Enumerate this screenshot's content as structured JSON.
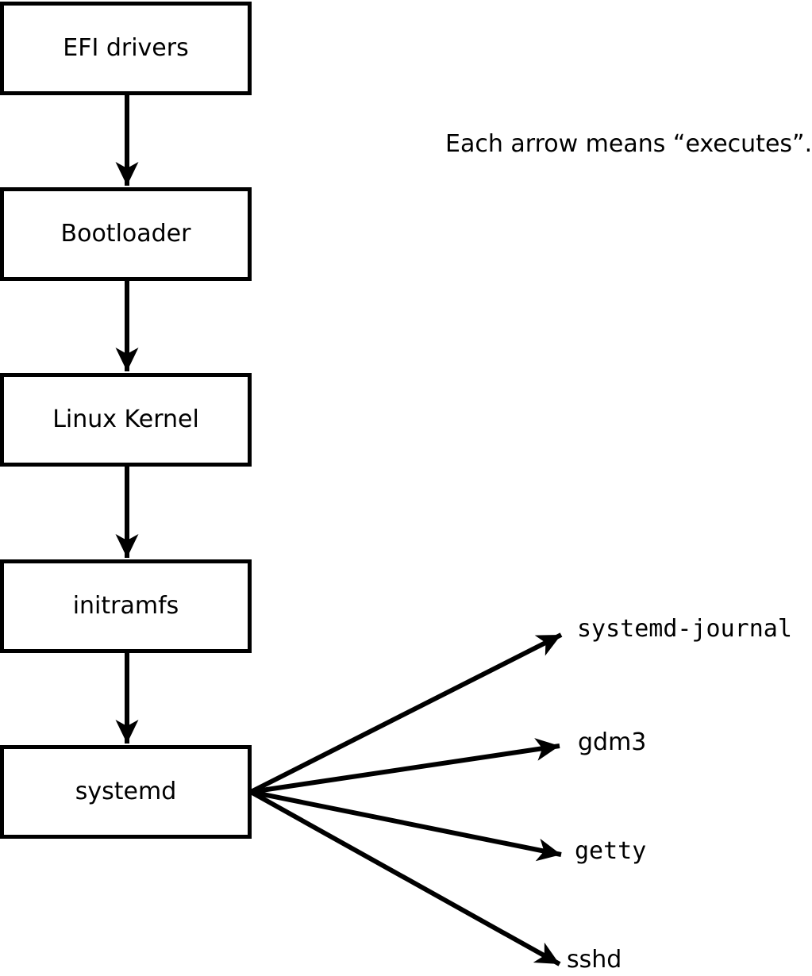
{
  "diagram": {
    "note": "Each arrow means “executes”.",
    "arrow_meaning": "executes",
    "boot_chain": [
      {
        "label": "EFI drivers"
      },
      {
        "label": "Bootloader"
      },
      {
        "label": "Linux Kernel"
      },
      {
        "label": "initramfs"
      },
      {
        "label": "systemd"
      }
    ],
    "spawned_processes": [
      {
        "label": "systemd-journal"
      },
      {
        "label": "gdm3"
      },
      {
        "label": "getty"
      },
      {
        "label": "sshd"
      }
    ],
    "colors": {
      "background": "#ffffff",
      "box_fill": "#ffffff",
      "box_border": "#000000",
      "line": "#000000",
      "text": "#000000"
    }
  }
}
